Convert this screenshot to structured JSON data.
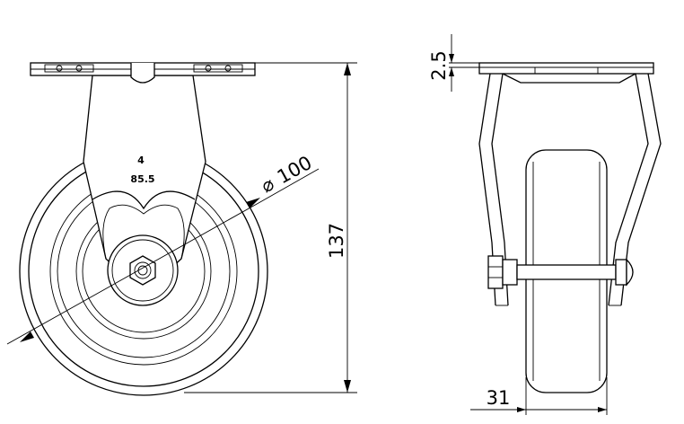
{
  "drawing": {
    "front_view": {
      "label_top": "4",
      "label_bottom": "85.5"
    },
    "dimensions": {
      "diameter_symbol": "⌀",
      "diameter": "100",
      "total_height": "137",
      "plate_thickness": "2.5",
      "wheel_width": "31"
    }
  }
}
